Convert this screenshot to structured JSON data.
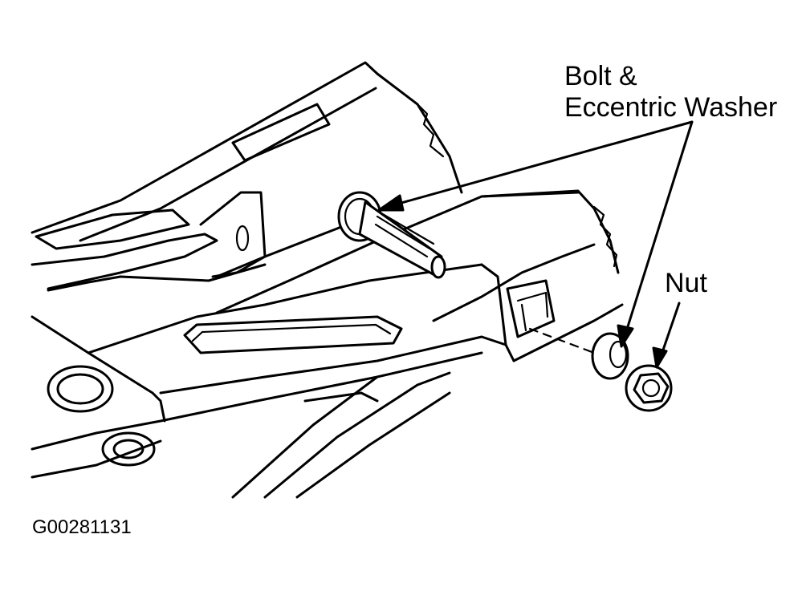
{
  "labels": {
    "bolt_line1": "Bolt &",
    "bolt_line2": "Eccentric Washer",
    "nut": "Nut",
    "figure_code": "G00281131"
  }
}
